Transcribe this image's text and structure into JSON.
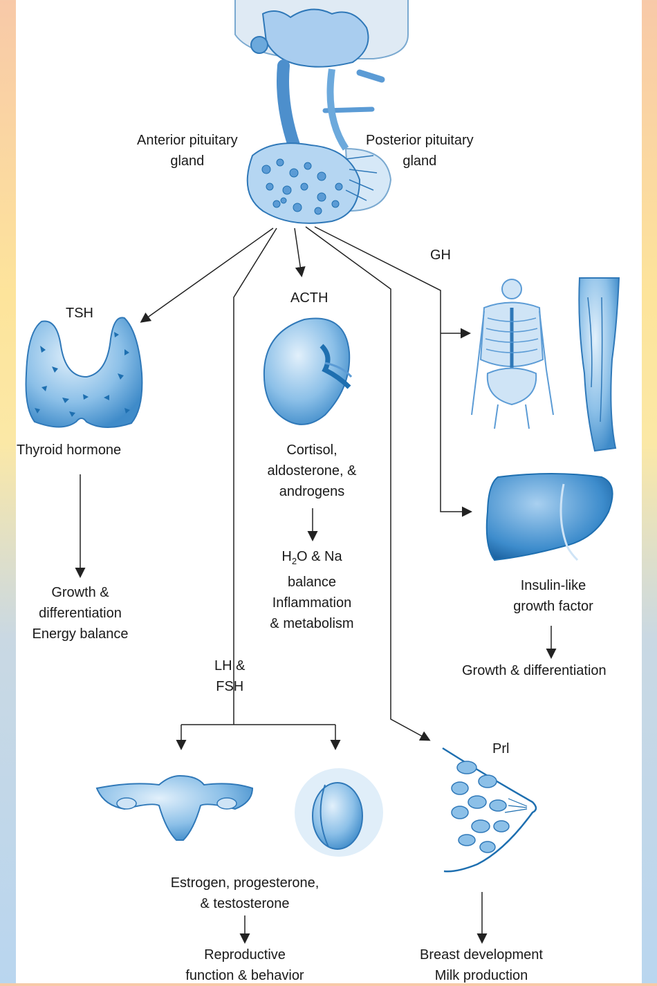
{
  "labels": {
    "anterior_pituitary": [
      "Anterior pituitary",
      "gland"
    ],
    "posterior_pituitary": [
      "Posterior pituitary",
      "gland"
    ],
    "tsh": "TSH",
    "acth": "ACTH",
    "gh": "GH",
    "lh_fsh": [
      "LH &",
      "FSH"
    ],
    "prl": "Prl",
    "thyroid_hormone": "Thyroid hormone",
    "thyroid_effects": [
      "Growth &",
      "differentiation",
      "Energy balance"
    ],
    "adrenal_products": [
      "Cortisol,",
      "aldosterone, &",
      "androgens"
    ],
    "adrenal_effects_1_pre": "H",
    "adrenal_effects_1_sub": "2",
    "adrenal_effects_1_post": "O & Na",
    "adrenal_effects": [
      "balance",
      "Inflammation",
      "& metabolism"
    ],
    "igf": [
      "Insulin-like",
      "growth factor"
    ],
    "igf_effects": "Growth & differentiation",
    "gonad_products": [
      "Estrogen, progesterone,",
      "& testosterone"
    ],
    "gonad_effects": [
      "Reproductive",
      "function & behavior"
    ],
    "breast_effects": [
      "Breast development",
      "Milk production"
    ]
  },
  "colors": {
    "organ_fill": "#8cc0e8",
    "organ_dark": "#1e6fb0",
    "organ_light": "#cfe4f6",
    "line": "#222222"
  }
}
